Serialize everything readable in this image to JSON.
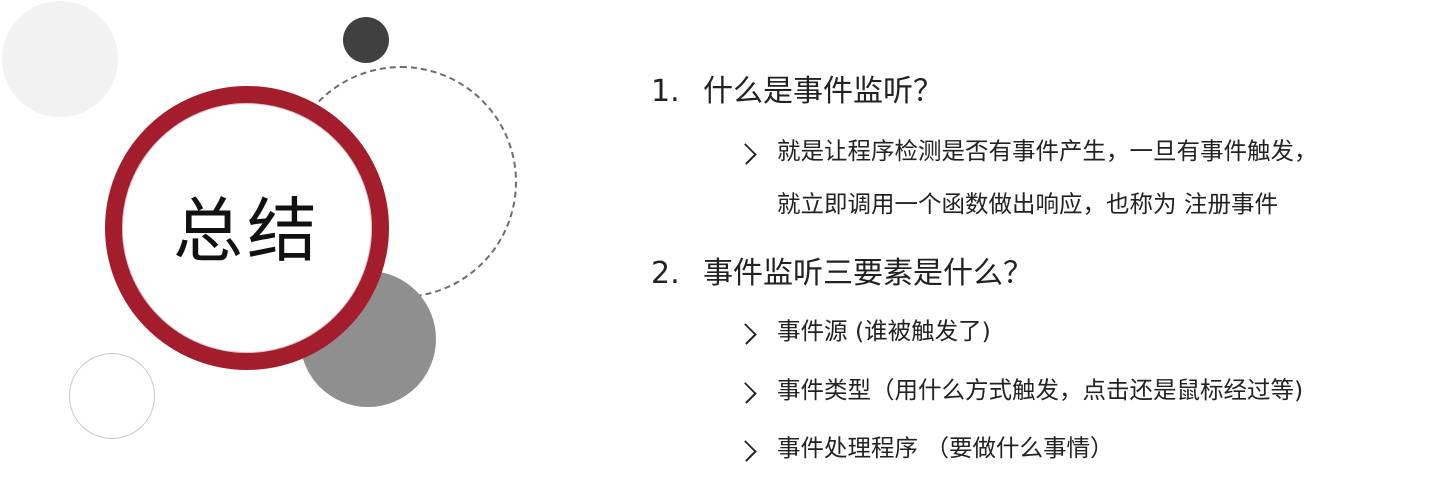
{
  "title": "总结",
  "questions": [
    {
      "number": "1.",
      "text": "什么是事件监听？",
      "answers": [
        "就是让程序检测是否有事件产生，一旦有事件触发，",
        "就立即调用一个函数做出响应，也称为 注册事件"
      ]
    },
    {
      "number": "2.",
      "text": "事件监听三要素是什么？",
      "answers": [
        "事件源 (谁被触发了)",
        "事件类型（用什么方式触发，点击还是鼠标经过等)",
        "事件处理程序  （要做什么事情）"
      ]
    }
  ],
  "colors": {
    "accent_red": "#a31d2c",
    "dark_circle": "#404040",
    "mid_gray_circle": "#8f8f8f",
    "light_gray_circle": "#f2f2f2"
  }
}
